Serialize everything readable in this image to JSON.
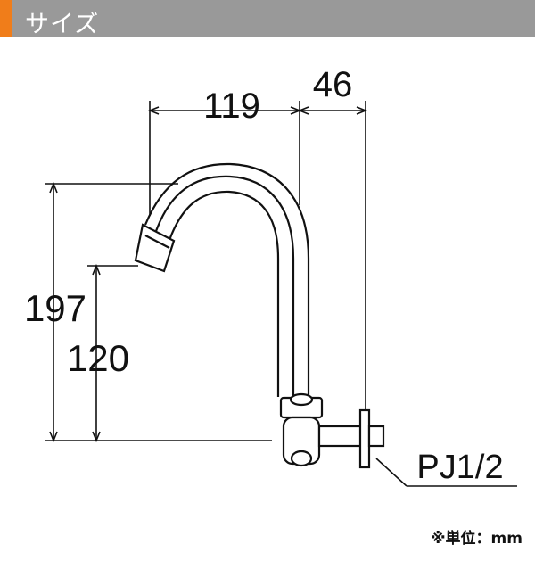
{
  "header": {
    "title": "サイズ",
    "accent_color": "#f07d1a",
    "bar_color": "#999999"
  },
  "dimensions": {
    "reach": "119",
    "base_depth": "46",
    "total_height": "197",
    "spout_height": "120",
    "thread": "PJ1/2"
  },
  "unit_note": "※単位：mm"
}
